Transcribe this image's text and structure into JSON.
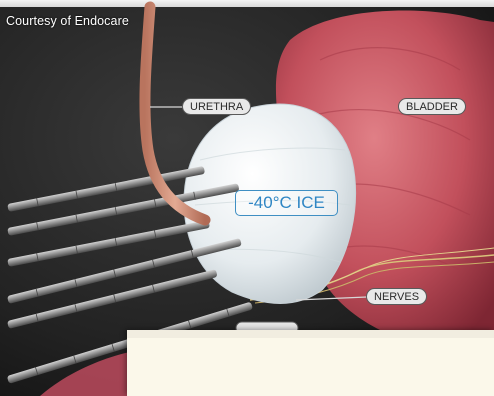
{
  "credit": "Courtesy of Endocare",
  "labels": {
    "urethra": "URETHRA",
    "bladder": "BLADDER",
    "ice": "-40°C ICE",
    "nerves": "NERVES"
  },
  "colors": {
    "background": "#1c1c1c",
    "bladder": "#c2505c",
    "ice_ball": "#e6ecef",
    "urethra": "#d69b83",
    "probe": "#9a9a9a",
    "ice_label": "#2f86c4",
    "overlay_card": "#fbf8ea"
  }
}
